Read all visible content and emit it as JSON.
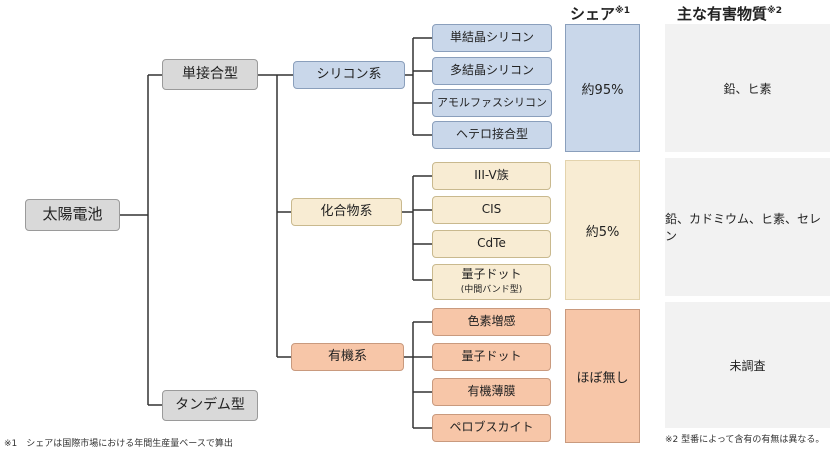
{
  "headers": {
    "share_title": "シェア",
    "share_note_mark": "※1",
    "harm_title": "主な有害物質",
    "harm_note_mark": "※2"
  },
  "root": "太陽電池",
  "types": {
    "single": "単接合型",
    "tandem": "タンデム型"
  },
  "categories": {
    "silicon": {
      "label": "シリコン系",
      "items": [
        "単結晶シリコン",
        "多結晶シリコン",
        "アモルファスシリコン",
        "ヘテロ接合型"
      ],
      "share": "約95%",
      "harmful": "鉛、ヒ素"
    },
    "compound": {
      "label": "化合物系",
      "items": [
        "III-V族",
        "CIS",
        "CdTe",
        "量子ドット"
      ],
      "item_note": "(中間バンド型)",
      "share": "約5%",
      "harmful": "鉛、カドミウム、ヒ素、セレン"
    },
    "organic": {
      "label": "有機系",
      "items": [
        "色素増感",
        "量子ドット",
        "有機薄膜",
        "ペロブスカイト"
      ],
      "share": "ほぼ無し",
      "harmful": "未調査"
    }
  },
  "footnotes": {
    "note1": "※1　シェアは国際市場における年間生産量ベースで算出",
    "note2": "※2 型番によって含有の有無は異なる。"
  },
  "colors": {
    "gray": "#d9d9d9",
    "silicon": "#c9d7ea",
    "compound": "#f8ecd3",
    "organic": "#f7c6a8",
    "harm_panel": "#f2f2f2"
  }
}
